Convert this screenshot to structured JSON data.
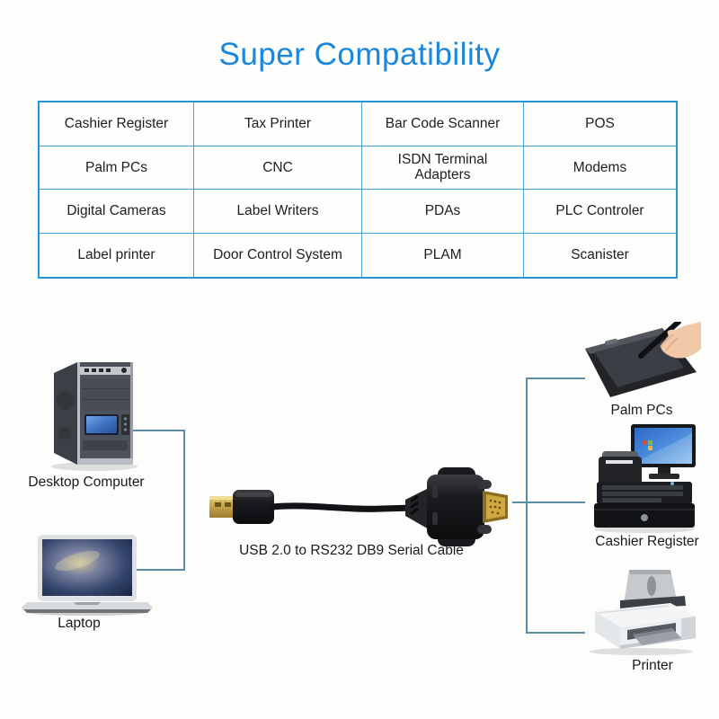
{
  "title": "Super Compatibility",
  "compatibility_table": {
    "rows": [
      [
        "Cashier Register",
        "Tax Printer",
        "Bar Code Scanner",
        "POS"
      ],
      [
        "Palm PCs",
        "CNC",
        "ISDN Terminal Adapters",
        "Modems"
      ],
      [
        "Digital Cameras",
        "Label Writers",
        "PDAs",
        "PLC Controler"
      ],
      [
        "Label printer",
        "Door Control System",
        "PLAM",
        "Scanister"
      ]
    ]
  },
  "diagram": {
    "cable_label": "USB 2.0 to RS232 DB9 Serial Cable",
    "left_devices": [
      {
        "id": "desktop-computer",
        "label": "Desktop Computer"
      },
      {
        "id": "laptop",
        "label": "Laptop"
      }
    ],
    "right_devices": [
      {
        "id": "palm-pc",
        "label": "Palm PCs"
      },
      {
        "id": "cashier-register",
        "label": "Cashier Register"
      },
      {
        "id": "printer",
        "label": "Printer"
      }
    ]
  },
  "colors": {
    "title_blue": "#1b87da",
    "table_border_blue": "#2596d8",
    "table_inner_line_blue": "#4aa0d8",
    "connector_line_blue": "#5b8ca6"
  }
}
